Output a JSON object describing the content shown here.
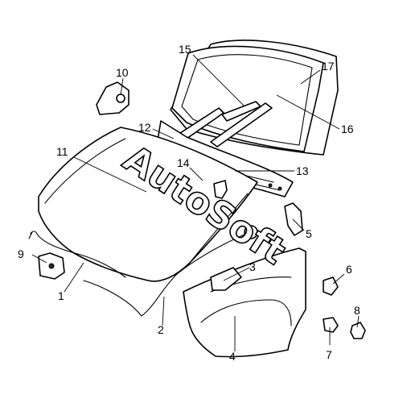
{
  "watermark": "AutoSoft",
  "callouts": [
    {
      "num": "1"
    },
    {
      "num": "2"
    },
    {
      "num": "3"
    },
    {
      "num": "4"
    },
    {
      "num": "5"
    },
    {
      "num": "6"
    },
    {
      "num": "7"
    },
    {
      "num": "8"
    },
    {
      "num": "9"
    },
    {
      "num": "10"
    },
    {
      "num": "11"
    },
    {
      "num": "12"
    },
    {
      "num": "13"
    },
    {
      "num": "14"
    },
    {
      "num": "15"
    },
    {
      "num": "16"
    },
    {
      "num": "17"
    }
  ]
}
